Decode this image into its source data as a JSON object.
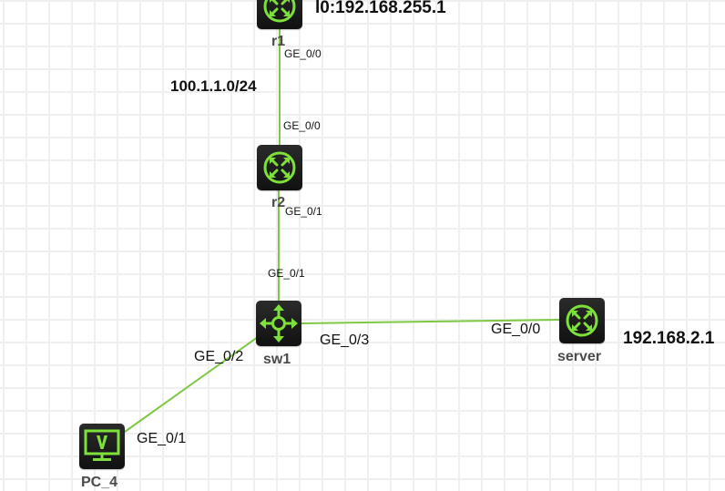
{
  "colors": {
    "link": "#7ec843",
    "icon_green": "#7ee03a",
    "icon_bg": "#1e1e1e",
    "grid": "#efefef"
  },
  "devices": [
    {
      "id": "r1",
      "label": "r1",
      "type": "router",
      "icon": "router-icon"
    },
    {
      "id": "r2",
      "label": "r2",
      "type": "router",
      "icon": "router-icon"
    },
    {
      "id": "sw1",
      "label": "sw1",
      "type": "switch",
      "icon": "switch-icon"
    },
    {
      "id": "server",
      "label": "server",
      "type": "router",
      "icon": "router-icon"
    },
    {
      "id": "pc4",
      "label": "PC_4",
      "type": "pc",
      "icon": "pc-monitor-icon"
    }
  ],
  "links": [
    {
      "from": "r1",
      "to": "r2",
      "from_port": "GE_0/0",
      "to_port": "GE_0/0"
    },
    {
      "from": "r2",
      "to": "sw1",
      "from_port": "GE_0/1",
      "to_port": "GE_0/1"
    },
    {
      "from": "sw1",
      "to": "server",
      "from_port": "GE_0/3",
      "to_port": "GE_0/0"
    },
    {
      "from": "sw1",
      "to": "pc4",
      "from_port": "GE_0/2",
      "to_port": "GE_0/1"
    }
  ],
  "notes": {
    "r1_loopback": "l0:192.168.255.1",
    "r1_r2_subnet": "100.1.1.0/24",
    "server_ip": "192.168.2.1"
  }
}
